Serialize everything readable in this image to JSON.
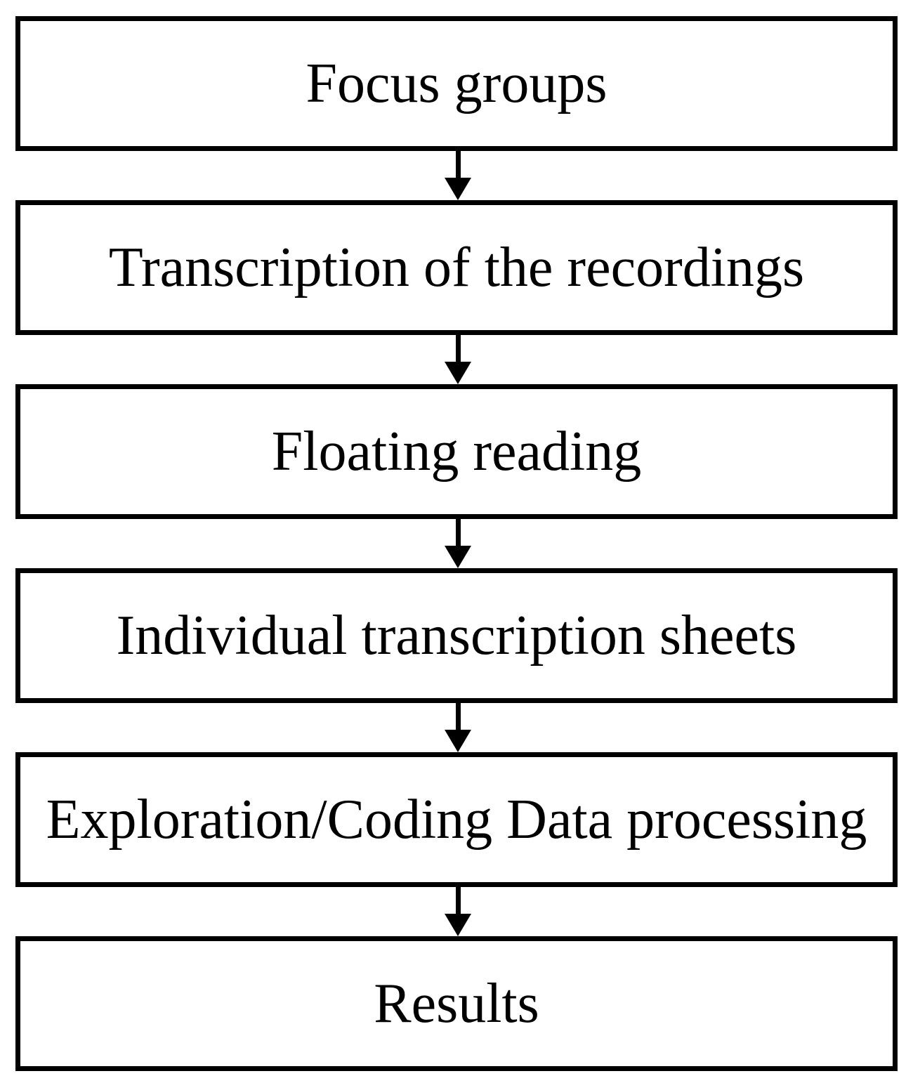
{
  "diagram": {
    "type": "flowchart",
    "direction": "top-down",
    "connector": "solid-arrow-down",
    "colors": {
      "background": "#ffffff",
      "box_fill": "#ffffff",
      "box_border": "#000000",
      "text": "#000000",
      "arrow": "#000000"
    },
    "steps": [
      {
        "label": "Focus groups"
      },
      {
        "label": "Transcription of the recordings"
      },
      {
        "label": "Floating reading"
      },
      {
        "label": "Individual transcription sheets"
      },
      {
        "label": "Exploration/Coding Data processing"
      },
      {
        "label": "Results"
      }
    ]
  }
}
